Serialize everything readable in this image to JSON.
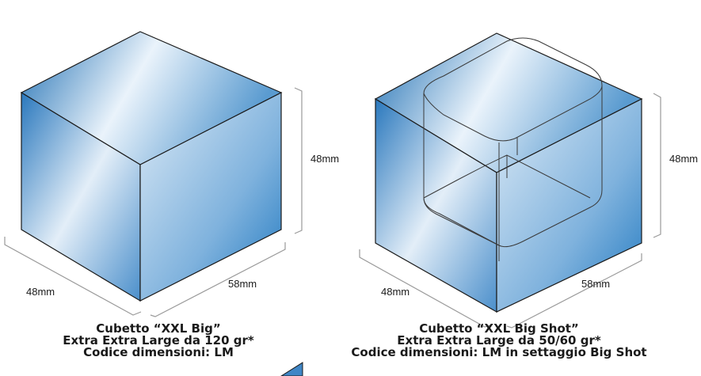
{
  "cubes": [
    {
      "dimensions": {
        "height": "48mm",
        "depth": "48mm",
        "width": "58mm"
      },
      "caption": {
        "line1": "Cubetto  “XXL Big”",
        "line2": "Extra Extra Large da 120 gr*",
        "line3": "Codice dimensioni:  LM"
      }
    },
    {
      "dimensions": {
        "height": "48mm",
        "depth": "48mm",
        "width": "58mm"
      },
      "caption": {
        "line1": "Cubetto “XXL Big Shot”",
        "line2": "Extra Extra Large da 50/60 gr*",
        "line3": "Codice dimensioni: LM in settaggio Big Shot"
      }
    }
  ],
  "colors": {
    "ice_dark": "#1a6fb5",
    "ice_light": "#e6f1fa",
    "ice_mid": "#5c9fd4",
    "outline": "#1a1a1a",
    "dim_line": "#9a9a9a"
  }
}
